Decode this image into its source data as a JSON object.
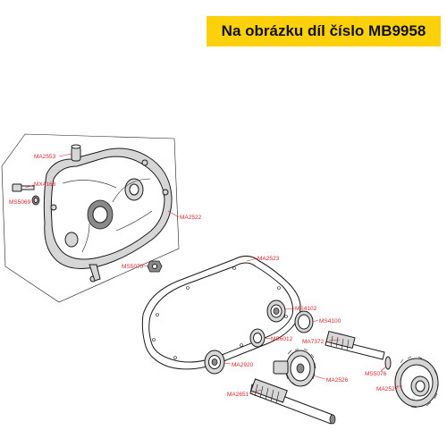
{
  "banner": {
    "text": "Na obrázku díl číslo MB9958",
    "color": "#fcd10a"
  },
  "label_color": "#d8262c",
  "callouts": [
    "MA2553",
    "MX4168",
    "MS5069",
    "MA2522",
    "MS5070",
    "MA2523",
    "MS4102",
    "MS4100",
    "MS6012",
    "MA7372",
    "MA2920",
    "MA2526",
    "MS5076",
    "MA2527",
    "MA2651"
  ]
}
